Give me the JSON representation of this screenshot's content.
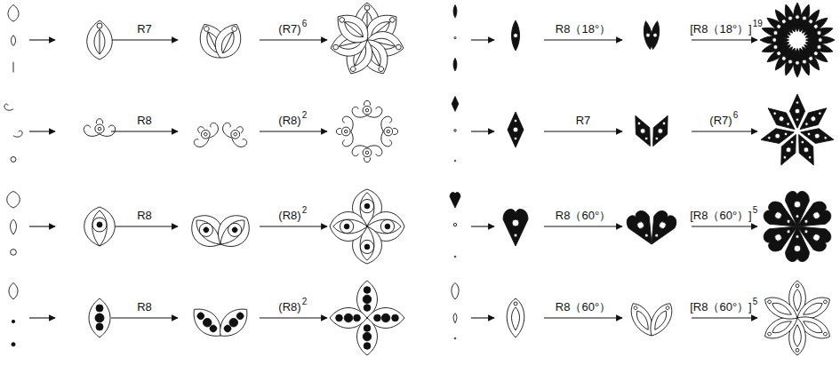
{
  "diagram": {
    "labels": [
      "R7",
      "(R7)",
      "6",
      "R8",
      "(R8)",
      "2",
      "R8",
      "(R8)",
      "2",
      "R8",
      "(R8)",
      "2",
      "R8（18°）",
      "[R8（18°）]",
      "19",
      "R7",
      "(R7)",
      "6",
      "R8（60°）",
      "[R8（60°）]",
      "5",
      "R8（60°）",
      "[R8（60°）]",
      "5"
    ]
  }
}
